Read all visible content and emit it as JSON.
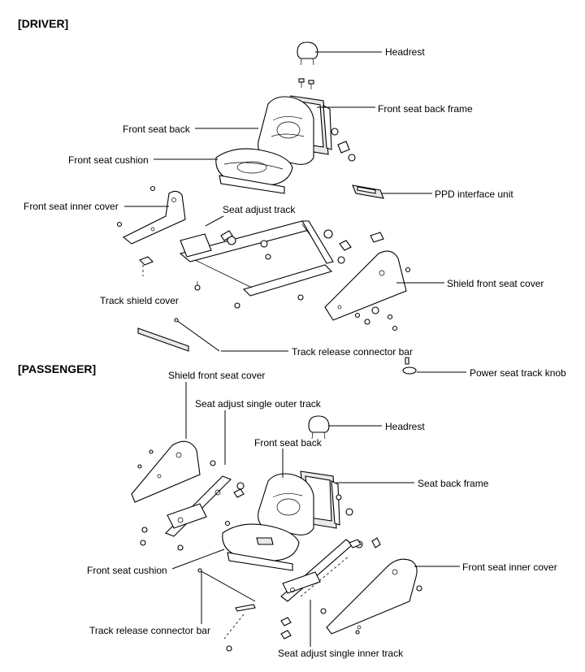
{
  "sections": {
    "driver": "[DRIVER]",
    "passenger": "[PASSENGER]"
  },
  "driver_labels": {
    "headrest": "Headrest",
    "front_seat_back_frame": "Front seat back frame",
    "front_seat_back": "Front seat back",
    "front_seat_cushion": "Front seat cushion",
    "ppd_interface_unit": "PPD interface unit",
    "front_seat_inner_cover": "Front seat inner cover",
    "seat_adjust_track": "Seat adjust track",
    "shield_front_seat_cover": "Shield front seat cover",
    "track_shield_cover": "Track shield cover",
    "track_release_connector_bar": "Track release connector bar",
    "power_seat_track_knob": "Power seat track knob"
  },
  "passenger_labels": {
    "shield_front_seat_cover": "Shield front seat cover",
    "seat_adjust_single_outer_track": "Seat adjust single outer track",
    "headrest": "Headrest",
    "front_seat_back": "Front seat back",
    "seat_back_frame": "Seat back frame",
    "front_seat_inner_cover": "Front seat inner cover",
    "front_seat_cushion": "Front seat cushion",
    "track_release_connector_bar": "Track release connector bar",
    "seat_adjust_single_inner_track": "Seat adjust single inner track"
  }
}
